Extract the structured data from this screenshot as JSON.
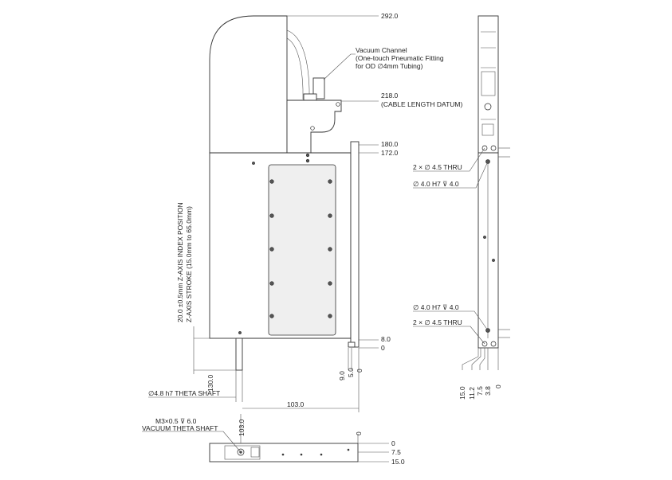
{
  "front_view": {
    "dims_right": {
      "d292": "292.0",
      "d218": "218.0",
      "cable_datum": "(CABLE LENGTH DATUM)",
      "d180": "180.0",
      "d172": "172.0",
      "d8": "8.0",
      "d0": "0"
    },
    "vacuum_note": {
      "line1": "Vacuum Channel",
      "line2": "(One-touch Pneumatic Fitting",
      "line3": "for OD    ∅4mm Tubing)"
    },
    "left_vertical": {
      "line1": "20.0 ±0.5mm Z-AXIS INDEX POSITION",
      "line2": "Z-AXIS STROKE (15.0mm to 65.0mm)"
    },
    "d130": "130.0",
    "bottom_verticals": {
      "d9": "9.0",
      "d5": "5.0",
      "d0": "0"
    },
    "theta_shaft": "∅4.8 h7 THETA SHAFT",
    "d103_horiz": "103.0"
  },
  "side_view": {
    "upper_thru": "2 × ∅ 4.5 THRU",
    "upper_h7": "∅ 4.0 H7  ⊽ 4.0",
    "lower_h7": "∅ 4.0 H7  ⊽ 4.0",
    "lower_thru": "2 × ∅ 4.5 THRU",
    "bottom_dims": [
      "15.0",
      "11.2",
      "7.5",
      "3.8",
      "0"
    ]
  },
  "bottom_view": {
    "m3_note": "M3×0.5 ⊽ 6.0",
    "vacuum_theta": "VACUUM THETA SHAFT",
    "d103_vert": "103.0",
    "d0_vert": "0",
    "right_dims": [
      "0",
      "7.5",
      "15.0"
    ]
  }
}
